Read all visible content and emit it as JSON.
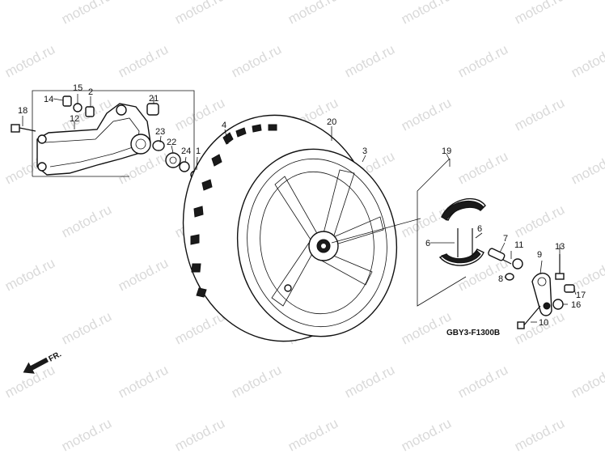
{
  "watermark": "motod.ru",
  "diagram_code": "GBY3-F1300B",
  "front_arrow_label": "FR.",
  "callouts": [
    "1",
    "2",
    "3",
    "4",
    "6",
    "6",
    "7",
    "8",
    "9",
    "10",
    "11",
    "12",
    "13",
    "14",
    "15",
    "16",
    "17",
    "18",
    "19",
    "20",
    "21",
    "22",
    "23",
    "24"
  ]
}
